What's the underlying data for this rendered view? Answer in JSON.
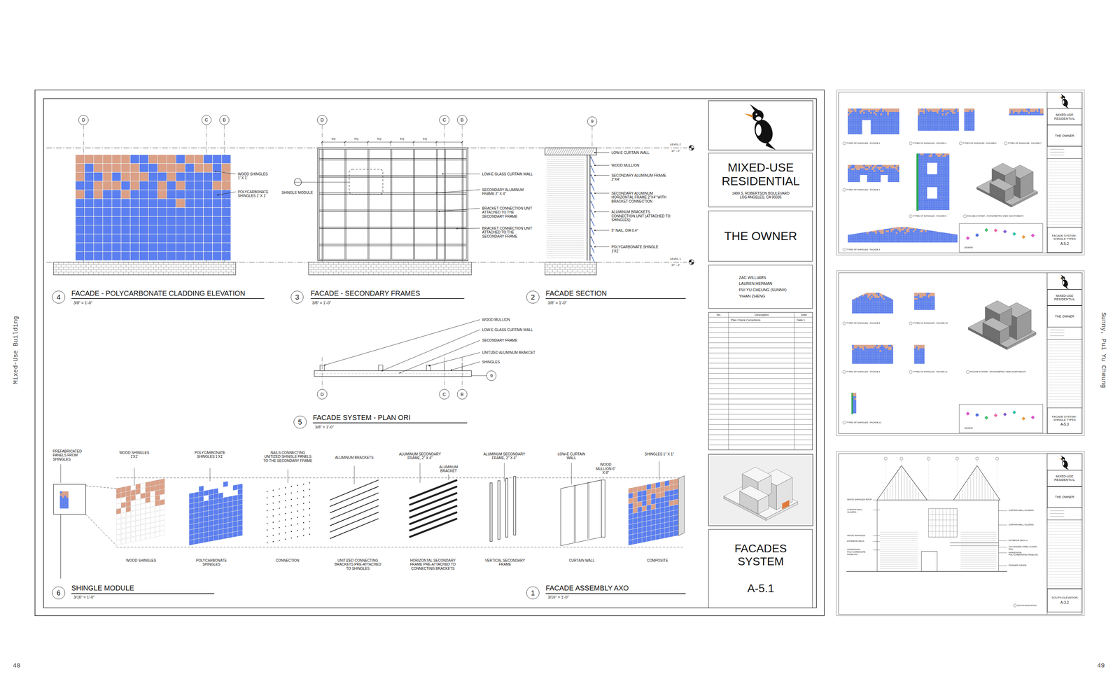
{
  "diagram": {
    "nodes": [
      {
        "text": [
          "D"
        ]
      },
      {
        "text": [
          "C"
        ]
      },
      {
        "text": [
          "B"
        ]
      },
      {
        "text": [
          "D"
        ]
      },
      {
        "text": [
          "C"
        ]
      },
      {
        "text": [
          "B"
        ]
      },
      {
        "text": [
          "9"
        ]
      },
      {
        "text": [
          "4"
        ]
      },
      {
        "text": [
          "3"
        ]
      },
      {
        "text": [
          "2"
        ]
      },
      {
        "text": [
          "D"
        ]
      },
      {
        "text": [
          "C"
        ]
      },
      {
        "text": [
          "B"
        ]
      },
      {
        "text": [
          "9"
        ]
      },
      {
        "text": [
          "5"
        ]
      },
      {
        "text": [
          "6"
        ]
      },
      {
        "text": [
          "1"
        ]
      },
      {
        "text": [
          "MIXED-USE RESIDENTIAL",
          "1499 S. ROBERTSON BOULEVARD LOS ANGELES, CA 90035"
        ]
      },
      {
        "text": [
          "THE OWNER"
        ]
      },
      {
        "text": [
          "ZAC WILLIAMS",
          "LAUREN HERMAN",
          "PUI YU CHEUNG (SUNNY)",
          "YIHAN ZHENG"
        ]
      },
      {
        "text": [
          "No.",
          "Description",
          "Date",
          "Plan Check Corrections",
          "Date 1"
        ]
      },
      {
        "text": [
          "FACADES SYSTEM",
          "A-5.1"
        ]
      },
      {
        "text": [
          "MIXED-USE RESIDENTIAL"
        ]
      },
      {
        "text": [
          "THE OWNER"
        ]
      },
      {
        "text": [
          "FACADE SYSTEM - SHINGLE TYPES",
          "A-5.2"
        ]
      },
      {
        "text": [
          "MIXED-USE RESIDENTIAL"
        ]
      },
      {
        "text": [
          "THE OWNER"
        ]
      },
      {
        "text": [
          "FACADE SYSTEM - SHINGLE TYPES",
          "A-5.3"
        ]
      },
      {
        "text": [
          "MIXED-USE RESIDENTIAL"
        ]
      },
      {
        "text": [
          "THE OWNER"
        ]
      },
      {
        "text": [
          "SOUTH ELEVATION",
          "A-3.2"
        ]
      }
    ],
    "labels": [
      "FACADE - POLYCARBONATE CLADDING ELEVATION",
      "3/8\" = 1'-0\"",
      "WOOD SHINGLES 1' X 1'",
      "POLYCARBONATE SHINGLES 1' X 1'",
      "FACADE - SECONDARY FRAMES",
      "3/8\" = 1'-0\"",
      "SHINGLE MODULE",
      "LOW-E GLASS CURTAIN WALL",
      "SECONDARY ALUMINUM FRAME 2\" X 4\"",
      "BRACKET CONNECTION UNIT ATTACHED TO THE SECONDARY FRAME",
      "BRACKET CONNECTION UNIT ATTACHED TO THE SECONDARY FRAME",
      "EQ",
      "EQ",
      "EQ",
      "EQ",
      "EQ",
      "LEVEL 2",
      "37' - 0\"",
      "LEVEL 1",
      "37' - 0\"",
      "LOW-E CURTAIN WALL",
      "WOOD MULLION",
      "SECONDARY ALUMINUM FRAME 2\"X4\"",
      "SECONDARY ALUMINUM HORIZONTAL FRAME 2\"X4\" WITH BRACKET CONNECTION",
      "ALUMINUM BRACKETS CONNECTION UNIT (ATTACHED TO SHINGLES)",
      "5\" NAIL, DIA 0.4\"",
      "POLYCARBONATE SHINGLE 1'X1'",
      "FACADE SECTION",
      "3/8\" = 1'-0\"",
      "WOOD MULLION",
      "LOW-E GLASS CURTAIN WALL",
      "SECONDARY FRAME",
      "UNITIZED ALUMINUM BRAKCET",
      "SHINGLES",
      "FACADE SYSTEM - PLAN ORI",
      "3/8\" = 1'-0\"",
      "PREFABRICATED PANELS FROM SHINGLES",
      "WOOD SHINGLES 1'X1'",
      "POLYCARBONATE SHINGLES 1'X1'",
      "NAILS CONNECTING UNITIZED SHINGLE PANELS TO THE SECONDARY FRAME",
      "ALUMINUM BRACKETS",
      "ALUMINUM SECONDARY FRAME, 2\" X 4\"",
      "ALUMINUM BRACKET",
      "ALUMINUM SECONDARY FRAME, 2\" X 4\"",
      "LOW-E CURTAIN WALL",
      "WOOD MULLION 6\" X 8\"",
      "SHINGLES 1\" X 1\"",
      "WOOD SHINGLES",
      "POLYCARBONATE SHINGLES",
      "CONNECTION",
      "UNITIZED CONNECTING BRACKETS PRE-ATTACHED TO SHINGLES",
      "HORIZONTAL SECONDARY FRAME PRE-ATTACHED TO CONNECTING BRACKETS",
      "VERTICAL SECONDARY FRAME",
      "CURTAIN WALL",
      "COMPOSITE",
      "SHINGLE MODULE",
      "3/16\" = 1'-0\"",
      "FACADE ASSEMBLY AXO",
      "3/16\" = 1'-0\"",
      "Mixed-Use Building",
      "Sunny, Pui Yu Cheung",
      "48",
      "49",
      "TYPES OF SHINGLES - FACADE 1",
      "TYPES OF SHINGLES - FACADE 4",
      "TYPES OF SHINGLES - FACADE 6",
      "TYPES OF SHINGLES - FACADE 7",
      "TYPES OF SHINGLES - FACADE 2",
      "TYPES OF SHINGLES - FACADE 5",
      "FACADE SYSTEM - AXONOMETRIC VIEW (SOUTHWEST)",
      "TYPES OF SHINGLES - FACADE 3",
      "LEGEND",
      "TYPES OF SHINGLES - FACADE 8",
      "TYPES OF SHINGLES - FACADE 10",
      "FACADE SYSTEM - AXONOMETRIC VIEW (NORTHEAST)",
      "TYPES OF SHINGLES - FACADE 9",
      "TYPES OF SHINGLES - FACADE 11",
      "TYPES OF SHINGLES - FACADE 12",
      "LEGEND",
      "SOUTH ELEVATION",
      "WOOD SHINGLES ROOF",
      "CURTAIN WALL GLAZING",
      "WOOD SHINGLES",
      "EXTERIOR DECK",
      "HORIZONTAL POLYCARBONATE PANELING",
      "CURTAIN WALL GLAZING",
      "CURTAIN WALL GLAZING",
      "EXTERIOR DECK 2",
      "GALVANIZED STEEL GUARD RAIL",
      "HORIZONTAL POLYCARBONATE PANELING",
      "FINISHED GRADE"
    ]
  }
}
